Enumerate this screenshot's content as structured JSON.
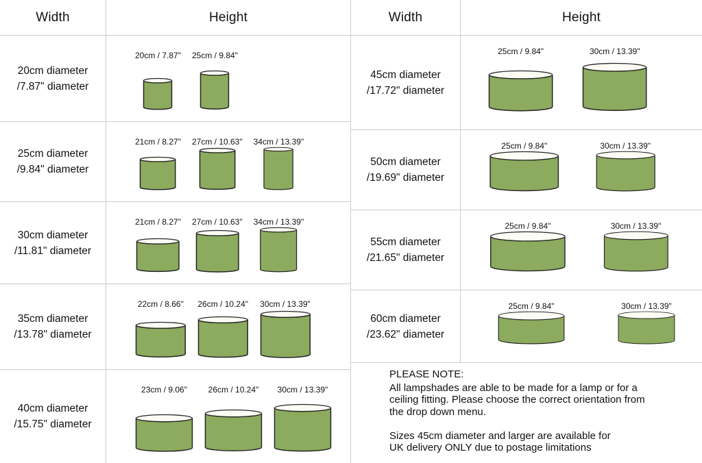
{
  "colors": {
    "shade_fill": "#8cab5e",
    "shade_rim": "#fcfcf4",
    "shade_outline": "#262626",
    "grid_line": "#cccccc",
    "text": "#111111"
  },
  "headers": {
    "left_width": "Width",
    "left_height": "Height",
    "right_width": "Width",
    "right_height": "Height"
  },
  "left_rows": [
    {
      "width_line1": "20cm diameter",
      "width_line2": "/7.87\" diameter",
      "shades": [
        {
          "label": "20cm / 7.87\"",
          "diameter_cm": 20,
          "height_cm": 20
        },
        {
          "label": "25cm / 9.84\"",
          "diameter_cm": 20,
          "height_cm": 25
        }
      ]
    },
    {
      "width_line1": "25cm diameter",
      "width_line2": "/9.84\" diameter",
      "shades": [
        {
          "label": "21cm / 8.27\"",
          "diameter_cm": 25,
          "height_cm": 21
        },
        {
          "label": "27cm / 10.63\"",
          "diameter_cm": 25,
          "height_cm": 27
        },
        {
          "label": "34cm / 13.39\"",
          "diameter_cm": 25,
          "height_cm": 34
        }
      ]
    },
    {
      "width_line1": "30cm diameter",
      "width_line2": "/11.81\" diameter",
      "shades": [
        {
          "label": "21cm / 8.27\"",
          "diameter_cm": 30,
          "height_cm": 21
        },
        {
          "label": "27cm / 10.63\"",
          "diameter_cm": 30,
          "height_cm": 27
        },
        {
          "label": "34cm / 13.39\"",
          "diameter_cm": 30,
          "height_cm": 34
        }
      ]
    },
    {
      "width_line1": "35cm diameter",
      "width_line2": "/13.78\" diameter",
      "shades": [
        {
          "label": "22cm / 8.66\"",
          "diameter_cm": 35,
          "height_cm": 22
        },
        {
          "label": "26cm / 10.24\"",
          "diameter_cm": 35,
          "height_cm": 26
        },
        {
          "label": "30cm / 13.39\"",
          "diameter_cm": 35,
          "height_cm": 30
        }
      ]
    },
    {
      "width_line1": "40cm diameter",
      "width_line2": "/15.75\" diameter",
      "shades": [
        {
          "label": "23cm / 9.06\"",
          "diameter_cm": 40,
          "height_cm": 23
        },
        {
          "label": "26cm / 10.24\"",
          "diameter_cm": 40,
          "height_cm": 26
        },
        {
          "label": "30cm / 13.39\"",
          "diameter_cm": 40,
          "height_cm": 30
        }
      ]
    }
  ],
  "right_rows": [
    {
      "width_line1": "45cm diameter",
      "width_line2": "/17.72\" diameter",
      "shades": [
        {
          "label": "25cm / 9.84\"",
          "diameter_cm": 45,
          "height_cm": 25
        },
        {
          "label": "30cm / 13.39\"",
          "diameter_cm": 45,
          "height_cm": 30
        }
      ]
    },
    {
      "width_line1": "50cm diameter",
      "width_line2": "/19.69\" diameter",
      "shades": [
        {
          "label": "25cm / 9.84\"",
          "diameter_cm": 50,
          "height_cm": 25
        },
        {
          "label": "30cm / 13.39\"",
          "diameter_cm": 50,
          "height_cm": 30
        }
      ]
    },
    {
      "width_line1": "55cm diameter",
      "width_line2": "/21.65\" diameter",
      "shades": [
        {
          "label": "25cm / 9.84\"",
          "diameter_cm": 55,
          "height_cm": 25
        },
        {
          "label": "30cm / 13.39\"",
          "diameter_cm": 55,
          "height_cm": 30
        }
      ]
    },
    {
      "width_line1": "60cm diameter",
      "width_line2": "/23.62\" diameter",
      "shades": [
        {
          "label": "25cm / 9.84\"",
          "diameter_cm": 60,
          "height_cm": 25
        },
        {
          "label": "30cm / 13.39\"",
          "diameter_cm": 60,
          "height_cm": 30
        }
      ]
    }
  ],
  "note": {
    "title": "PLEASE NOTE:",
    "lines": [
      "All lampshades are able to be made for a lamp or for a",
      "ceiling fitting. Please choose the correct orientation from",
      "the drop down menu.",
      "",
      "Sizes 45cm diameter and larger are available for",
      "UK delivery ONLY due to postage limitations"
    ]
  }
}
